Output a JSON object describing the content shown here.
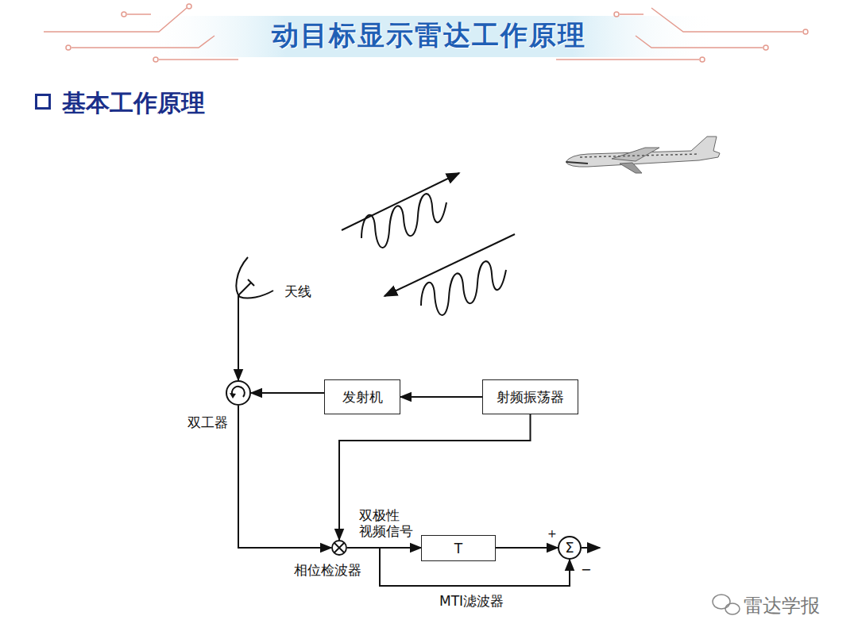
{
  "diagram": {
    "title": "动目标显示雷达工作原理",
    "nodes": [
      {
        "text": [
          "天线"
        ]
      },
      {
        "text": [
          "双工器"
        ]
      },
      {
        "text": [
          "发射机"
        ]
      },
      {
        "text": [
          "射频振荡器"
        ]
      },
      {
        "text": [
          "相位检波器"
        ]
      },
      {
        "text": [
          "T"
        ]
      },
      {
        "text": [
          "Σ"
        ]
      }
    ],
    "edges": [
      {
        "from": 0,
        "to": 1,
        "arrow": "to"
      },
      {
        "from": 2,
        "to": 1,
        "arrow": "to"
      },
      {
        "from": 3,
        "to": 2,
        "arrow": "to"
      },
      {
        "from": 3,
        "to": 4,
        "arrow": "to"
      },
      {
        "from": 1,
        "to": 4,
        "arrow": "to"
      },
      {
        "from": 4,
        "to": 5,
        "label": "双极性 视频信号",
        "arrow": "to"
      },
      {
        "from": 5,
        "to": 6,
        "arrow": "to"
      },
      {
        "from": 4,
        "to": 6,
        "label": "MTI滤波器",
        "arrow": "to"
      }
    ],
    "labels": [
      "基本工作原理",
      "+",
      "−",
      "雷达学报"
    ]
  }
}
